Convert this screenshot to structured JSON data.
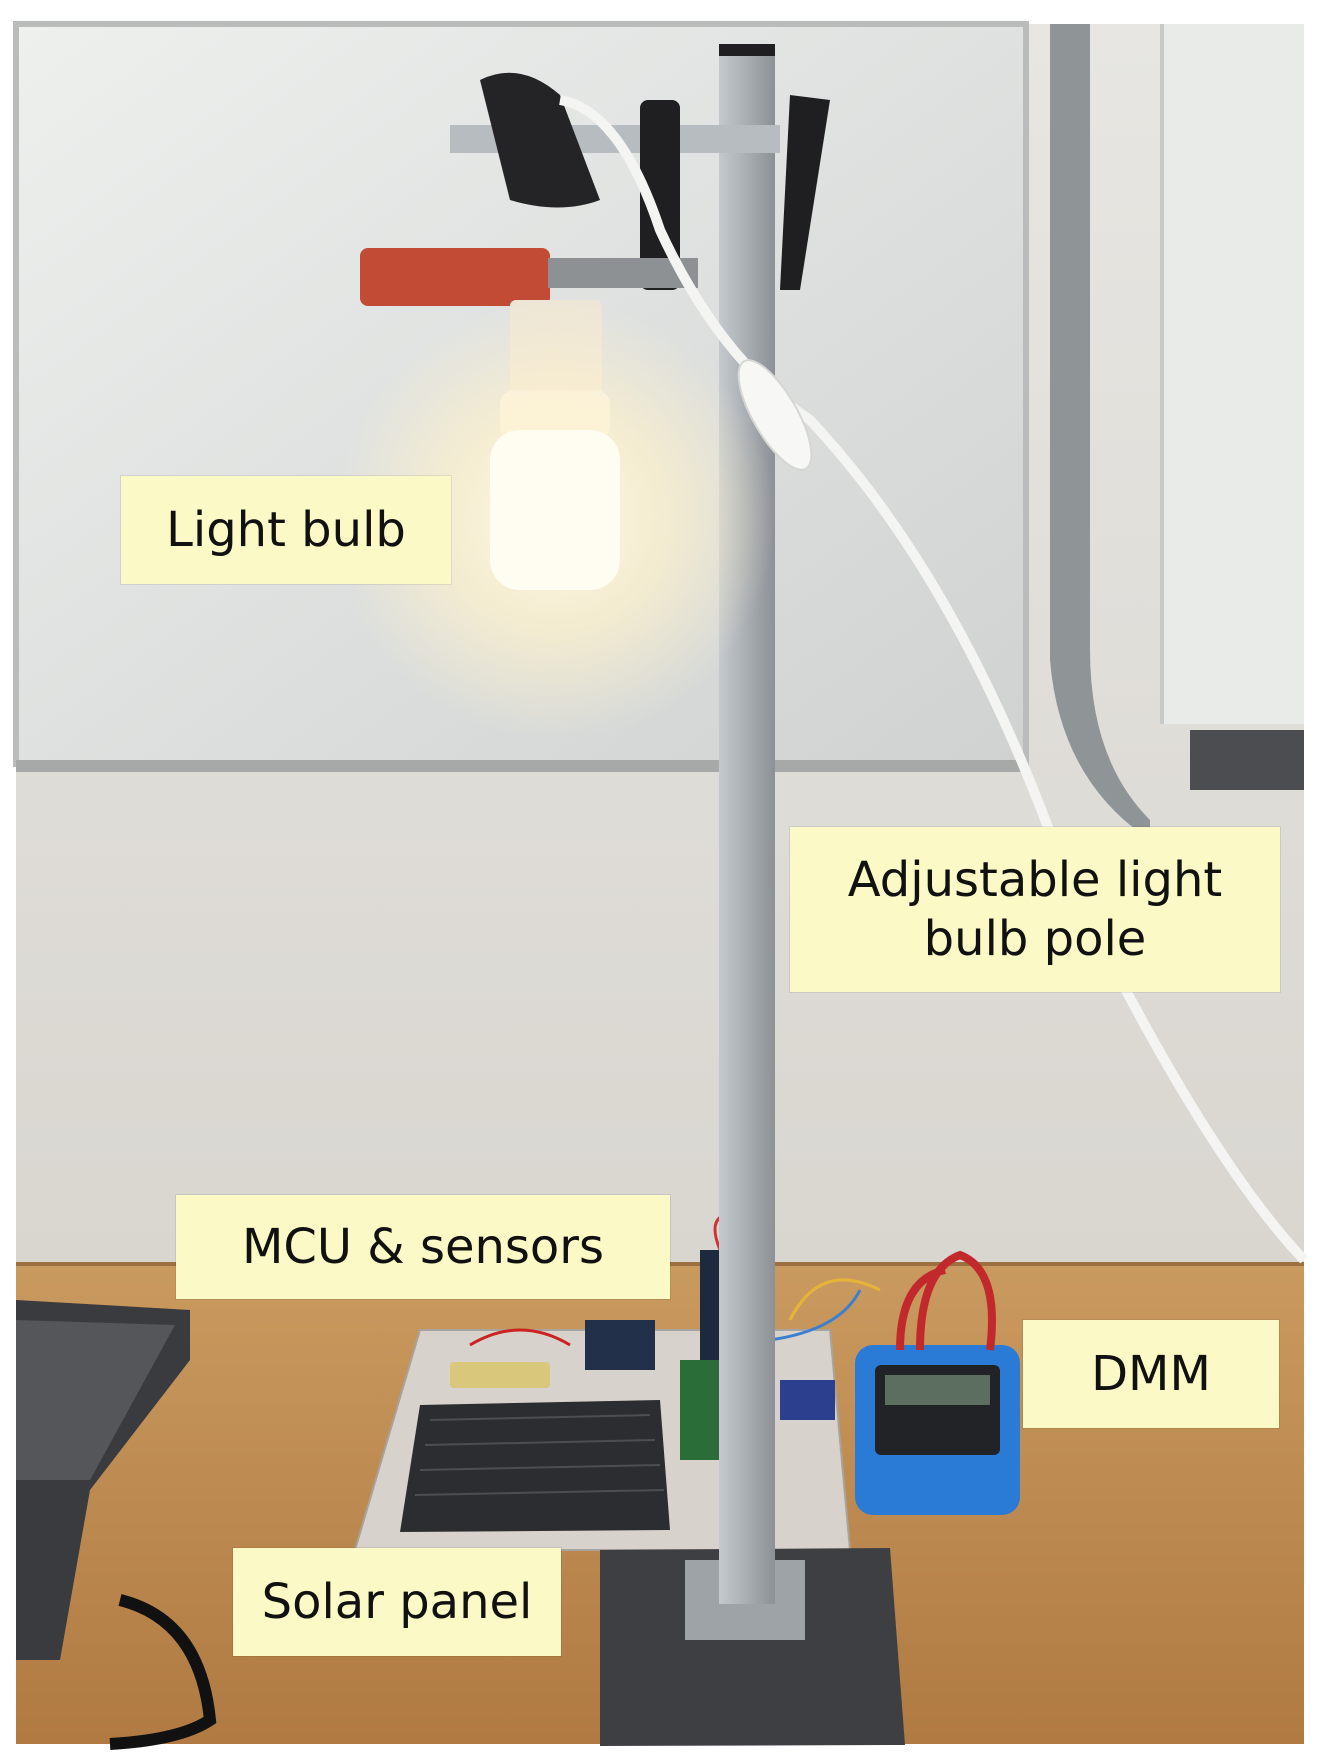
{
  "figure": {
    "labels": {
      "light_bulb": "Light bulb",
      "pole": "Adjustable light\nbulb pole",
      "mcu": "MCU & sensors",
      "dmm": "DMM",
      "solar_panel": "Solar panel"
    }
  }
}
